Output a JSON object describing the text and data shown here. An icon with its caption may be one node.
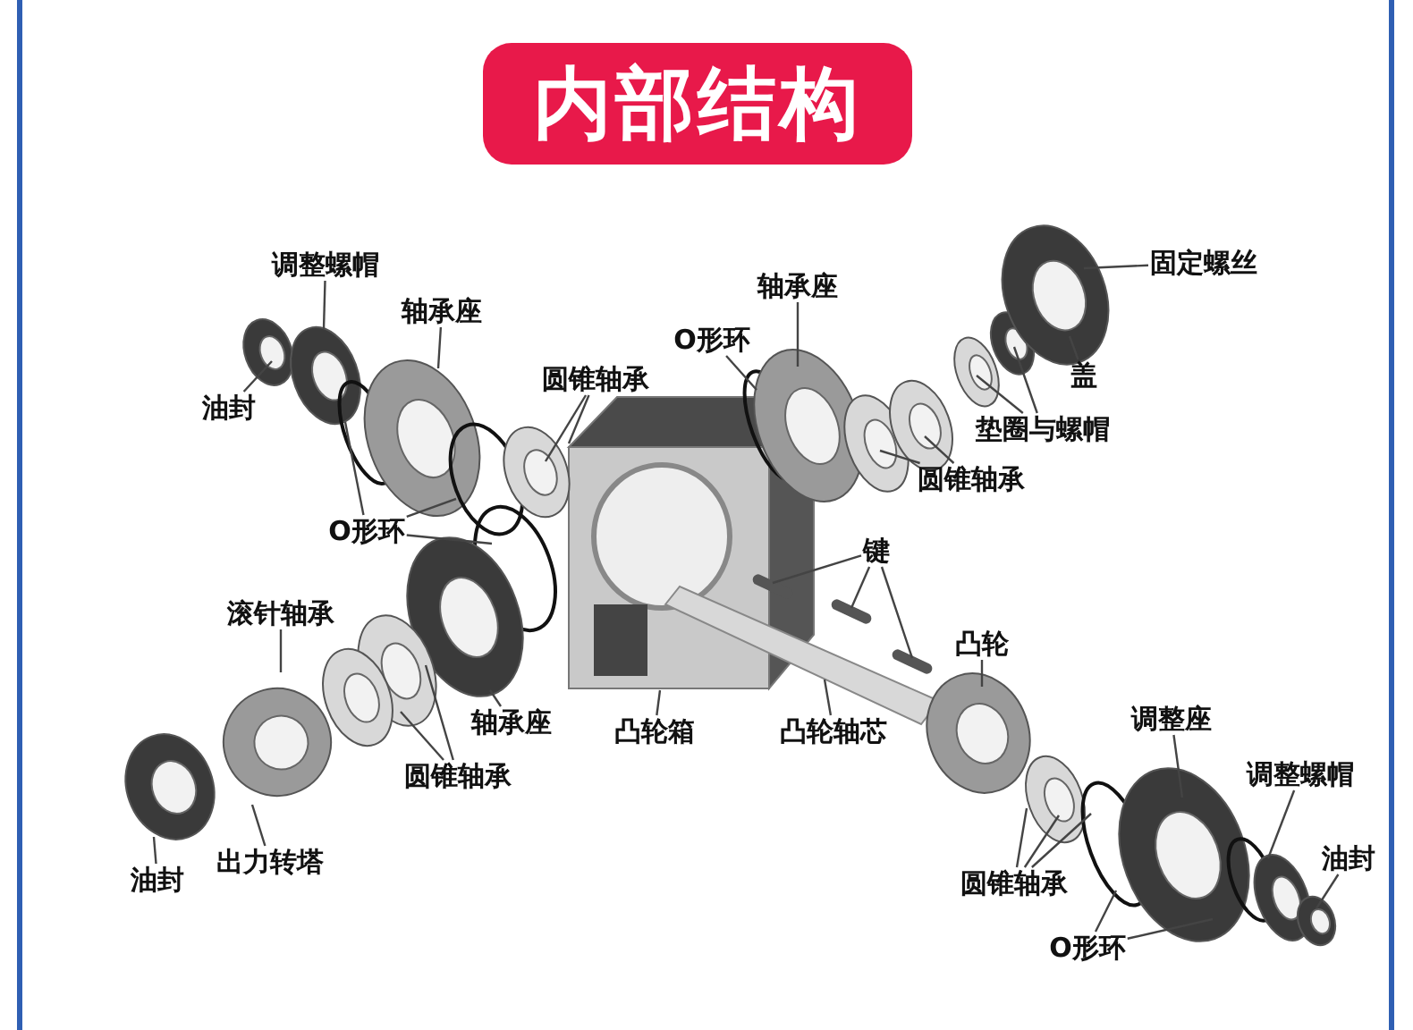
{
  "diagram": {
    "title": "内部结构",
    "nodes": [
      {
        "text": [
          "调整螺帽"
        ]
      },
      {
        "text": [
          "轴承座"
        ]
      },
      {
        "text": [
          "油封"
        ]
      },
      {
        "text": [
          "圆锥轴承"
        ]
      },
      {
        "text": [
          "O形环"
        ]
      },
      {
        "text": [
          "轴承座"
        ]
      },
      {
        "text": [
          "O形环"
        ]
      },
      {
        "text": [
          "固定螺丝"
        ]
      },
      {
        "text": [
          "盖"
        ]
      },
      {
        "text": [
          "垫圈与螺帽"
        ]
      },
      {
        "text": [
          "圆锥轴承"
        ]
      },
      {
        "text": [
          "键"
        ]
      },
      {
        "text": [
          "滚针轴承"
        ]
      },
      {
        "text": [
          "凸轮"
        ]
      },
      {
        "text": [
          "轴承座"
        ]
      },
      {
        "text": [
          "凸轮箱"
        ]
      },
      {
        "text": [
          "凸轮轴芯"
        ]
      },
      {
        "text": [
          "调整座"
        ]
      },
      {
        "text": [
          "调整螺帽"
        ]
      },
      {
        "text": [
          "圆锥轴承"
        ]
      },
      {
        "text": [
          "油封"
        ]
      },
      {
        "text": [
          "出力转塔"
        ]
      },
      {
        "text": [
          "油封"
        ]
      },
      {
        "text": [
          "圆锥轴承"
        ]
      },
      {
        "text": [
          "O形环"
        ]
      }
    ],
    "edges": [
      {
        "from": 0,
        "to": null,
        "arrow": "none"
      },
      {
        "from": 1,
        "to": null,
        "arrow": "none"
      },
      {
        "from": 2,
        "to": null,
        "arrow": "none"
      },
      {
        "from": 3,
        "to": null,
        "arrow": "none"
      },
      {
        "from": 3,
        "to": null,
        "arrow": "none"
      },
      {
        "from": 4,
        "to": null,
        "arrow": "none"
      },
      {
        "from": 4,
        "to": null,
        "arrow": "none"
      },
      {
        "from": 4,
        "to": null,
        "arrow": "none"
      },
      {
        "from": 5,
        "to": null,
        "arrow": "none"
      },
      {
        "from": 6,
        "to": null,
        "arrow": "none"
      },
      {
        "from": 7,
        "to": null,
        "arrow": "none"
      },
      {
        "from": 8,
        "to": null,
        "arrow": "none"
      },
      {
        "from": 9,
        "to": null,
        "arrow": "none"
      },
      {
        "from": 9,
        "to": null,
        "arrow": "none"
      },
      {
        "from": 10,
        "to": null,
        "arrow": "none"
      },
      {
        "from": 10,
        "to": null,
        "arrow": "none"
      },
      {
        "from": 11,
        "to": null,
        "arrow": "none"
      },
      {
        "from": 11,
        "to": null,
        "arrow": "none"
      },
      {
        "from": 11,
        "to": null,
        "arrow": "none"
      },
      {
        "from": 12,
        "to": null,
        "arrow": "none"
      },
      {
        "from": 13,
        "to": null,
        "arrow": "none"
      },
      {
        "from": 14,
        "to": null,
        "arrow": "none"
      },
      {
        "from": 15,
        "to": null,
        "arrow": "none"
      },
      {
        "from": 16,
        "to": null,
        "arrow": "none"
      },
      {
        "from": 17,
        "to": null,
        "arrow": "none"
      },
      {
        "from": 18,
        "to": null,
        "arrow": "none"
      },
      {
        "from": 19,
        "to": null,
        "arrow": "none"
      },
      {
        "from": 19,
        "to": null,
        "arrow": "none"
      },
      {
        "from": 20,
        "to": null,
        "arrow": "none"
      },
      {
        "from": 21,
        "to": null,
        "arrow": "none"
      },
      {
        "from": 22,
        "to": null,
        "arrow": "none"
      },
      {
        "from": 23,
        "to": null,
        "arrow": "none"
      },
      {
        "from": 23,
        "to": null,
        "arrow": "none"
      },
      {
        "from": 23,
        "to": null,
        "arrow": "none"
      },
      {
        "from": 24,
        "to": null,
        "arrow": "none"
      },
      {
        "from": 24,
        "to": null,
        "arrow": "none"
      }
    ]
  }
}
